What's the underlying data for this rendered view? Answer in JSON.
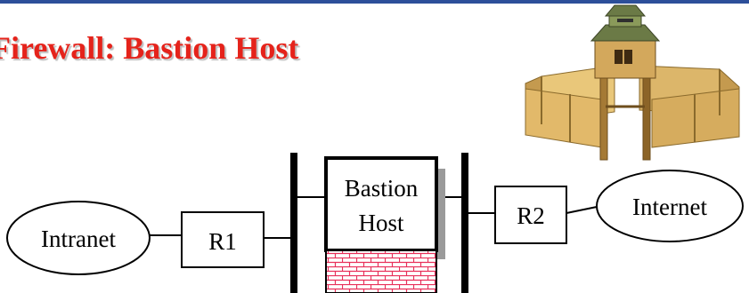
{
  "slide": {
    "title": "Firewall: Bastion Host"
  },
  "diagram": {
    "nodes": {
      "intranet": "Intranet",
      "router1": "R1",
      "bastion_line1": "Bastion",
      "bastion_line2": "Host",
      "router2": "R2",
      "internet": "Internet"
    },
    "icons": {
      "illustration": "fortified-watchtower-icon",
      "firewall": "brick-wall-icon"
    },
    "colors": {
      "title": "#e5231b",
      "top_rule": "#2d4f9a",
      "brick": "#e8305a"
    }
  }
}
